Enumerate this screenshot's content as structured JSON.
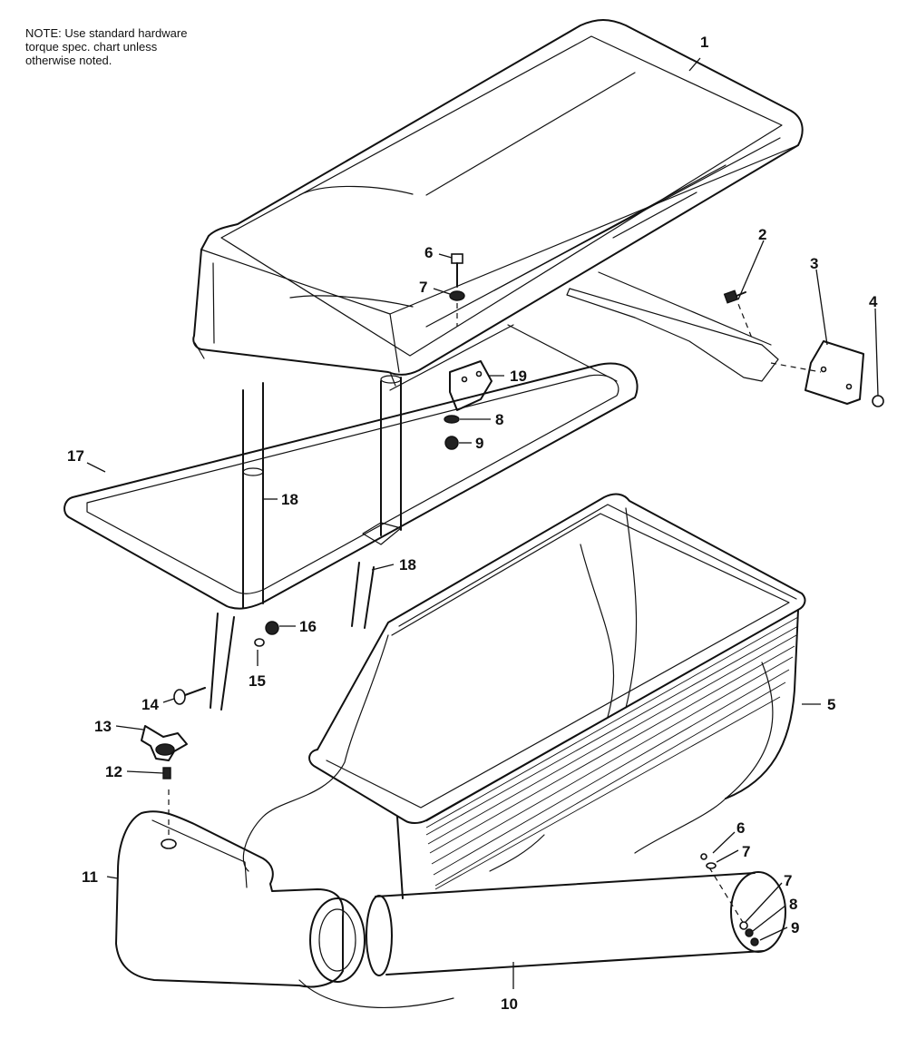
{
  "note": {
    "lines": [
      "NOTE: Use standard hardware",
      "torque spec. chart unless",
      "otherwise noted."
    ]
  },
  "callouts": {
    "c1": "1",
    "c2": "2",
    "c3": "3",
    "c4": "4",
    "c5": "5",
    "c6a": "6",
    "c7a": "7",
    "c8a": "8",
    "c9a": "9",
    "c6b": "6",
    "c7b": "7",
    "c7c": "7",
    "c8b": "8",
    "c9b": "9",
    "c10": "10",
    "c11": "11",
    "c12": "12",
    "c13": "13",
    "c14": "14",
    "c15": "15",
    "c16": "16",
    "c17": "17",
    "c18a": "18",
    "c18b": "18",
    "c19": "19"
  },
  "colors": {
    "ink": "#111111",
    "paper": "#ffffff"
  }
}
